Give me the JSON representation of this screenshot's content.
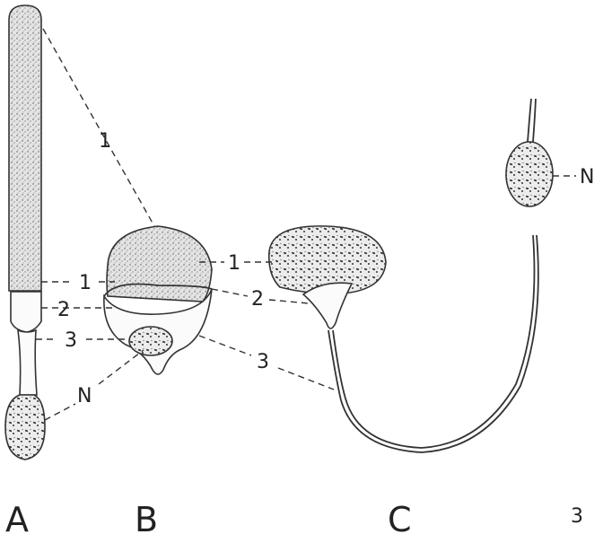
{
  "figure": {
    "number": "3",
    "panels": [
      "A",
      "B",
      "C"
    ],
    "segment_labels": [
      "1",
      "2",
      "3"
    ],
    "nucleus_label": "N"
  }
}
